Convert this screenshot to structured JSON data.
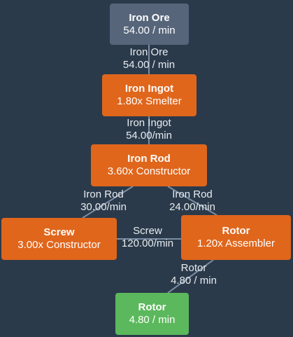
{
  "colors": {
    "background": "#2b3a4a",
    "source": "#56657a",
    "process": "#e0661c",
    "sink": "#5cb85c",
    "edge": "#7d8fa6"
  },
  "nodes": [
    {
      "id": "iron-ore",
      "title": "Iron Ore",
      "detail": "54.00 / min",
      "kind": "source"
    },
    {
      "id": "iron-ingot",
      "title": "Iron Ingot",
      "detail": "1.80x Smelter",
      "kind": "process"
    },
    {
      "id": "iron-rod",
      "title": "Iron Rod",
      "detail": "3.60x Constructor",
      "kind": "process"
    },
    {
      "id": "screw",
      "title": "Screw",
      "detail": "3.00x Constructor",
      "kind": "process"
    },
    {
      "id": "rotor",
      "title": "Rotor",
      "detail": "1.20x Assembler",
      "kind": "process"
    },
    {
      "id": "rotor-out",
      "title": "Rotor",
      "detail": "4.80 / min",
      "kind": "sink"
    }
  ],
  "edges": [
    {
      "from": "iron-ore",
      "to": "iron-ingot",
      "item": "Iron Ore",
      "rate": "54.00 / min"
    },
    {
      "from": "iron-ingot",
      "to": "iron-rod",
      "item": "Iron Ingot",
      "rate": "54.00/min"
    },
    {
      "from": "iron-rod",
      "to": "screw",
      "item": "Iron Rod",
      "rate": "30.00/min"
    },
    {
      "from": "iron-rod",
      "to": "rotor",
      "item": "Iron Rod",
      "rate": "24.00/min"
    },
    {
      "from": "screw",
      "to": "rotor",
      "item": "Screw",
      "rate": "120.00/min"
    },
    {
      "from": "rotor",
      "to": "rotor-out",
      "item": "Rotor",
      "rate": "4.80 / min"
    }
  ]
}
